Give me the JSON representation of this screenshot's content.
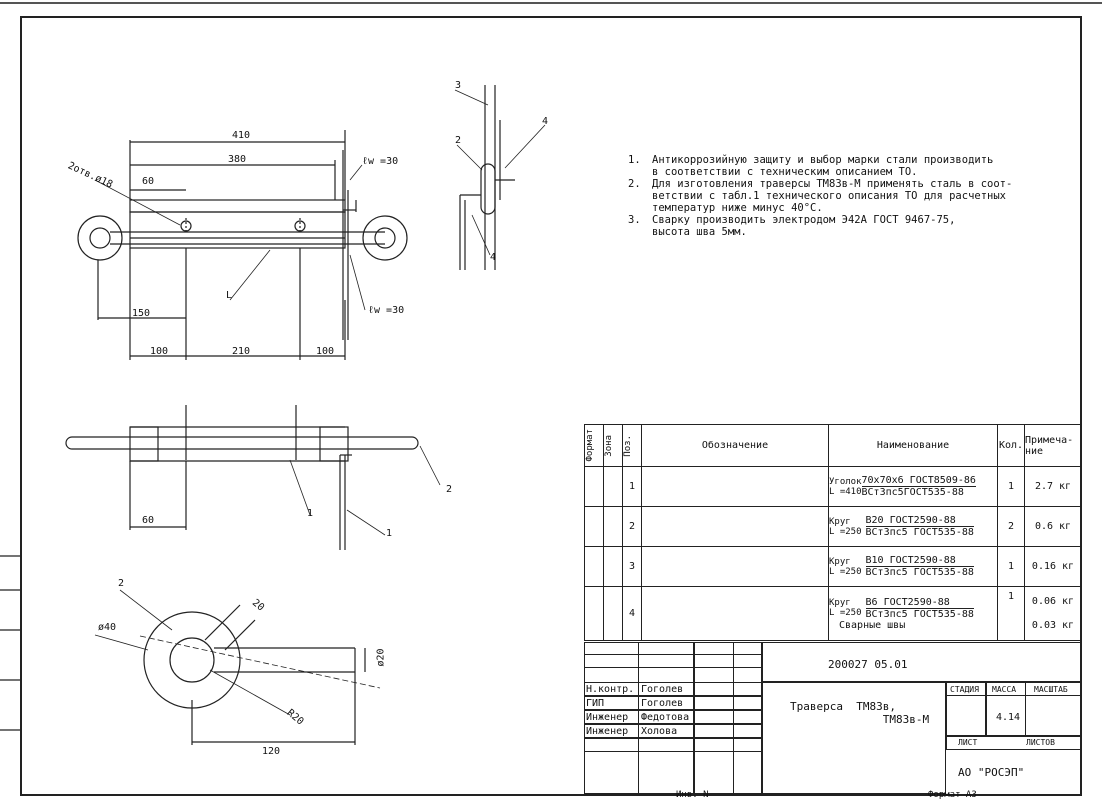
{
  "dimensions": {
    "d410": "410",
    "d380": "380",
    "d60": "60",
    "d150": "150",
    "d100a": "100",
    "d210": "210",
    "d100b": "100",
    "lw_top": "ℓw =30",
    "lw_bot": "ℓw =30",
    "hole": "2отв.ø18",
    "L": "L",
    "pos1_a": "1",
    "pos2_a": "2",
    "pos3_a": "3",
    "pos4_a": "4",
    "pos4_b": "4",
    "pos1_b": "1",
    "pos2_b": "2",
    "d60b": "60",
    "pos2_c": "2",
    "d20": "20",
    "d40": "ø40",
    "d20b": "ø20",
    "R20": "R20",
    "d120": "120"
  },
  "notes": [
    {
      "num": "1.",
      "text": "Антикоррозийную защиту и выбор марки стали производить\nв соответствии с техническим описанием ТО."
    },
    {
      "num": "2.",
      "text": "Для изготовления траверсы ТМ83в-М применять сталь в соот-\nветствии с табл.1 технического описания ТО для расчетных\nтемператур ниже минус 40°С."
    },
    {
      "num": "3.",
      "text": "Сварку производить электродом Э42А ГОСТ 9467-75,\nвысота шва 5мм."
    }
  ],
  "spec": {
    "headers": {
      "format": "Формат",
      "zone": "Зона",
      "pos": "Поз.",
      "designation": "Обозначение",
      "name": "Наименование",
      "qty": "Кол.",
      "note": "Примеча-\nние"
    },
    "rows": [
      {
        "pos": "1",
        "type": "Уголок",
        "spec_top": "70х70х6  ГОСТ8509-86",
        "spec_bot": "ВСт3пс5ГОСТ535-88",
        "len": "L =410",
        "qty": "1",
        "note": "2.7 кг"
      },
      {
        "pos": "2",
        "type": "Круг",
        "spec_top": "В20  ГОСТ2590-88",
        "spec_bot": "ВСт3пс5  ГОСТ535-88",
        "len": "L =250",
        "qty": "2",
        "note": "0.6 кг"
      },
      {
        "pos": "3",
        "type": "Круг",
        "spec_top": "В10  ГОСТ2590-88",
        "spec_bot": "ВСт3пс5  ГОСТ535-88",
        "len": "L =250",
        "qty": "1",
        "note": "0.16 кг"
      },
      {
        "pos": "4",
        "type": "Круг",
        "spec_top": "В6  ГОСТ2590-88",
        "spec_bot": "ВСт3пс5  ГОСТ535-88",
        "len": "L =250",
        "qty": "1",
        "note": "0.06 кг"
      }
    ],
    "welds": "Сварные швы",
    "welds_note": "0.03 кг"
  },
  "titleblock": {
    "doc_number": "200027  05.01",
    "roles": [
      {
        "role": "Н.контр.",
        "name": "Гоголев"
      },
      {
        "role": "ГИП",
        "name": "Гоголев"
      },
      {
        "role": "Инженер",
        "name": "Федотова"
      },
      {
        "role": "Инженер",
        "name": "Холова"
      }
    ],
    "title": "Траверса  ТМ83в,\n              ТМ83в-М",
    "stage_h": "СТАДИЯ",
    "mass_h": "МАССА",
    "scale_h": "МАСШТАБ",
    "mass": "4.14",
    "sheet_h": "ЛИСТ",
    "sheets_h": "ЛИСТОВ",
    "org": "АО  \"РОСЭП\""
  },
  "footer": {
    "inv": "Инв. N",
    "format": "Формат  А3"
  }
}
